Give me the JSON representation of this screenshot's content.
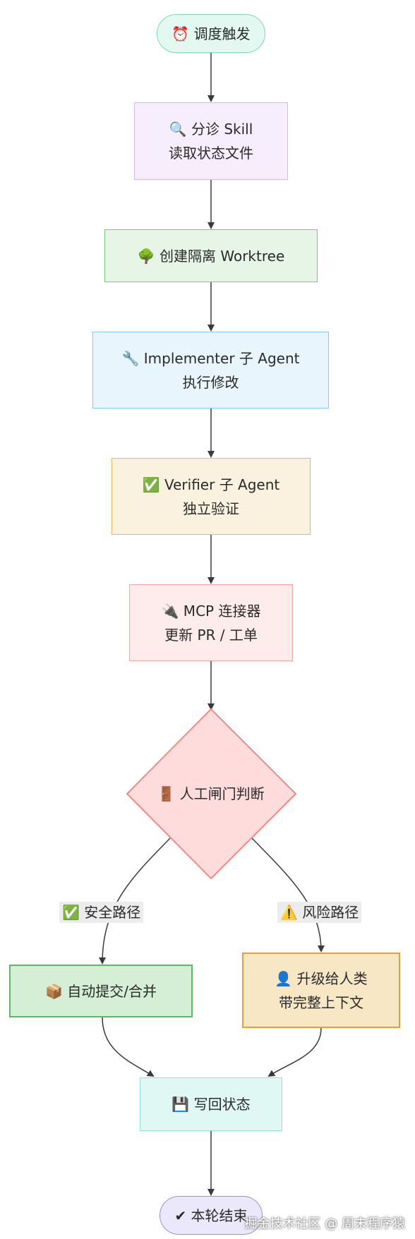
{
  "colors": {
    "edge": "#3a3a3a",
    "trigger": {
      "fill": "#e3f8f1",
      "border": "#7fd6be"
    },
    "triage": {
      "fill": "#f6eefc",
      "border": "#d5b8ef"
    },
    "worktree": {
      "fill": "#e7f5e7",
      "border": "#7cc47f"
    },
    "implementer": {
      "fill": "#e9f5fd",
      "border": "#8cc7ee"
    },
    "verifier": {
      "fill": "#fbf1df",
      "border": "#e6b66a"
    },
    "mcp": {
      "fill": "#fdeceb",
      "border": "#f0a6a1"
    },
    "gate": {
      "fill": "#ffdcdc",
      "border": "#ee8a86"
    },
    "auto": {
      "fill": "#d4efd5",
      "border": "#5bb960"
    },
    "escalate": {
      "fill": "#f8e7c5",
      "border": "#e0a23d"
    },
    "writeback": {
      "fill": "#e0f8f3",
      "border": "#93e3d3"
    },
    "end": {
      "fill": "#ece8fb",
      "border": "#9b8fd9"
    }
  },
  "nodes": {
    "trigger": {
      "icon": "alarm-clock-icon",
      "line1": "⏰ 调度触发"
    },
    "triage": {
      "icon": "magnifier-icon",
      "line1": "🔍 分诊 Skill",
      "line2": "读取状态文件"
    },
    "worktree": {
      "icon": "tree-icon",
      "line1": "🌳 创建隔离 Worktree"
    },
    "implementer": {
      "icon": "wrench-icon",
      "line1": "🔧 Implementer 子 Agent",
      "line2": "执行修改"
    },
    "verifier": {
      "icon": "check-icon",
      "line1": "✅ Verifier 子 Agent",
      "line2": "独立验证"
    },
    "mcp": {
      "icon": "plug-icon",
      "line1": "🔌 MCP 连接器",
      "line2": "更新 PR / 工单"
    },
    "gate": {
      "icon": "door-icon",
      "line1": "🚪 人工闸门判断"
    },
    "auto": {
      "icon": "package-icon",
      "line1": "📦 自动提交/合并"
    },
    "escalate": {
      "icon": "person-icon",
      "line1": "👤 升级给人类",
      "line2": "带完整上下文"
    },
    "writeback": {
      "icon": "floppy-icon",
      "line1": "💾 写回状态"
    },
    "end": {
      "icon": "checkmark-icon",
      "line1": "✔ 本轮结束"
    }
  },
  "edges": {
    "safe_label": "✅ 安全路径",
    "risk_label": "⚠️ 风险路径"
  },
  "watermark": "掘金技术社区 @ 周末程序猿"
}
